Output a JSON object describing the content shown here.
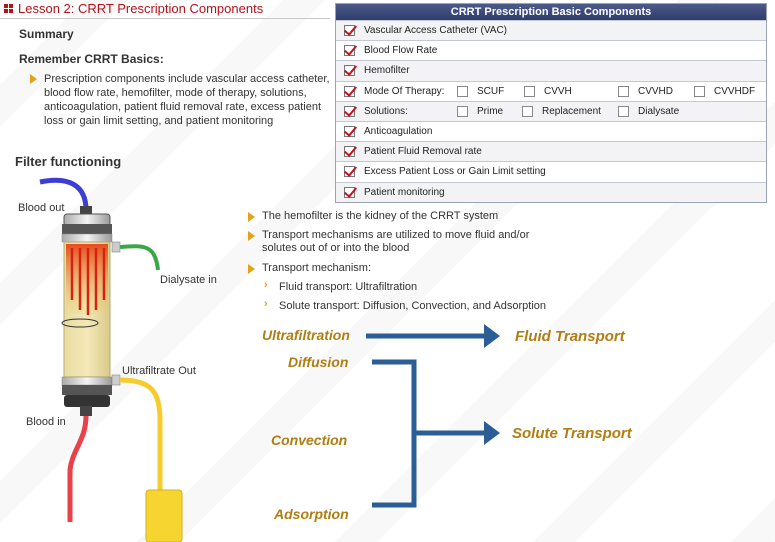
{
  "header": {
    "lesson_title": "Lesson 2: CRRT Prescription Components"
  },
  "left": {
    "summary": "Summary",
    "remember": "Remember CRRT Basics:",
    "bullet": "Prescription components include vascular access catheter, blood flow rate, hemofilter, mode of therapy, solutions, anticoagulation, patient fluid removal rate, excess patient loss or gain limit setting, and patient monitoring",
    "filter_title": "Filter functioning",
    "labels": {
      "blood_out": "Blood out",
      "dialysate_in": "Dialysate in",
      "ultrafiltrate_out": "Ultrafiltrate Out",
      "blood_in": "Blood in"
    }
  },
  "table": {
    "title": "CRRT Prescription Basic Components",
    "rows": [
      {
        "label": "Vascular Access Catheter (VAC)",
        "checked": true
      },
      {
        "label": "Blood Flow Rate",
        "checked": true
      },
      {
        "label": "Hemofilter",
        "checked": true
      },
      {
        "label": "Mode Of Therapy:",
        "checked": true,
        "options": [
          "SCUF",
          "CVVH",
          "CVVHD",
          "CVVHDF"
        ]
      },
      {
        "label": "Solutions:",
        "checked": true,
        "options": [
          "Prime",
          "Replacement",
          "Dialysate"
        ]
      },
      {
        "label": "Anticoagulation",
        "checked": true
      },
      {
        "label": "Patient Fluid Removal rate",
        "checked": true
      },
      {
        "label": "Excess Patient Loss or Gain Limit setting",
        "checked": true
      },
      {
        "label": "Patient monitoring",
        "checked": true
      }
    ]
  },
  "right": {
    "bullets": [
      "The hemofilter is the kidney of the CRRT system",
      "Transport mechanisms are utilized to move fluid and/or solutes out of or into the blood",
      "Transport mechanism:"
    ],
    "sub_bullets": [
      "Fluid transport: Ultrafiltration",
      "Solute transport: Diffusion, Convection, and Adsorption"
    ]
  },
  "diagram": {
    "ultrafiltration": "Ultrafiltration",
    "fluid_transport": "Fluid Transport",
    "diffusion": "Diffusion",
    "convection": "Convection",
    "adsorption": "Adsorption",
    "solute_transport": "Solute Transport"
  },
  "colors": {
    "accent_red": "#b5121b",
    "bullet_orange": "#e3a21a",
    "arrow_blue": "#2b5e96",
    "flow_text": "#b07d13"
  }
}
